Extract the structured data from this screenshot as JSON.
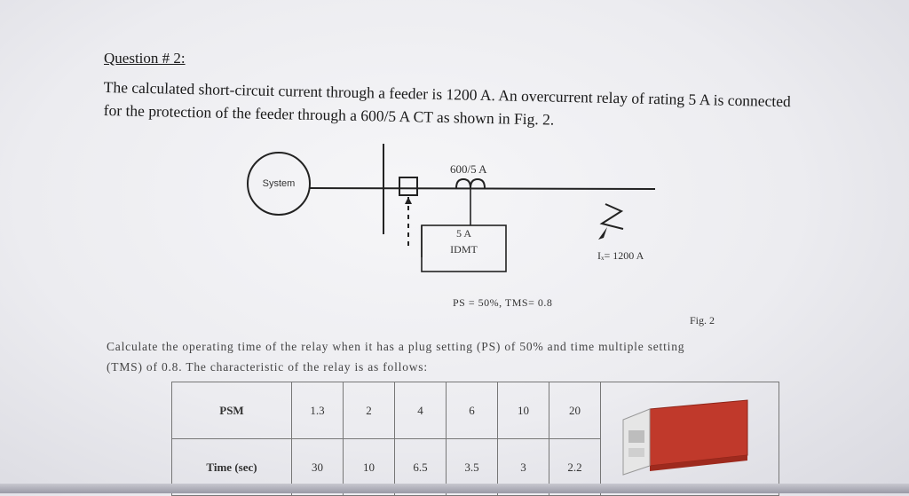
{
  "question": {
    "heading": "Question # 2:",
    "line1": "The calculated short-circuit current through a feeder is 1200 A. An overcurrent relay of rating 5 A is connected",
    "line2": "for the protection of the feeder through a 600/5 A CT as shown in Fig. 2."
  },
  "figure": {
    "system_label": "System",
    "ct_label": "600/5 A",
    "relay_rating": "5 A",
    "relay_type": "IDMT",
    "fault_current": "Iₓ= 1200 A",
    "settings": "PS = 50%,  TMS= 0.8",
    "caption": "Fig. 2"
  },
  "task": {
    "line1": "Calculate the operating time of the relay when it has a plug setting (PS) of 50% and time multiple setting",
    "line2": "(TMS) of 0.8. The characteristic of the relay is as follows:"
  },
  "table": {
    "row1_label": "PSM",
    "row1": [
      "1.3",
      "2",
      "4",
      "6",
      "10",
      "20"
    ],
    "row2_label": "Time (sec)",
    "row2": [
      "30",
      "10",
      "6.5",
      "3.5",
      "3",
      "2.2"
    ]
  }
}
